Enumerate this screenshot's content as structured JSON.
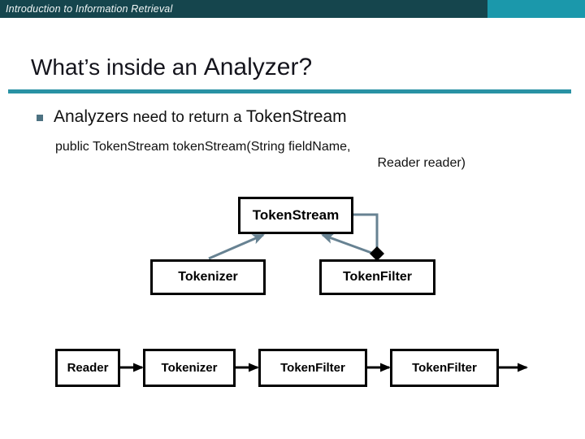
{
  "header": {
    "course": "Introduction to Information Retrieval"
  },
  "title": {
    "prefix": "What’s inside an ",
    "emphasis": "Analyzer?"
  },
  "bullet": {
    "lead": "Analyzers",
    "middle": " need to return a ",
    "code_term": "TokenStream"
  },
  "code": {
    "line1": "public TokenStream tokenStream(String fieldName,",
    "line2": "Reader reader)"
  },
  "uml": {
    "parent": "TokenStream",
    "child_left": "Tokenizer",
    "child_right": "TokenFilter"
  },
  "pipeline": {
    "boxes": [
      "Reader",
      "Tokenizer",
      "TokenFilter",
      "TokenFilter"
    ]
  },
  "colors": {
    "topbar_dark": "#15454d",
    "topbar_light": "#1b98ab",
    "title_rule_teal": "#2992a4",
    "uml_arrow_slate": "#678292",
    "bullet_square": "#4d7282",
    "diamond_black": "#000000"
  }
}
